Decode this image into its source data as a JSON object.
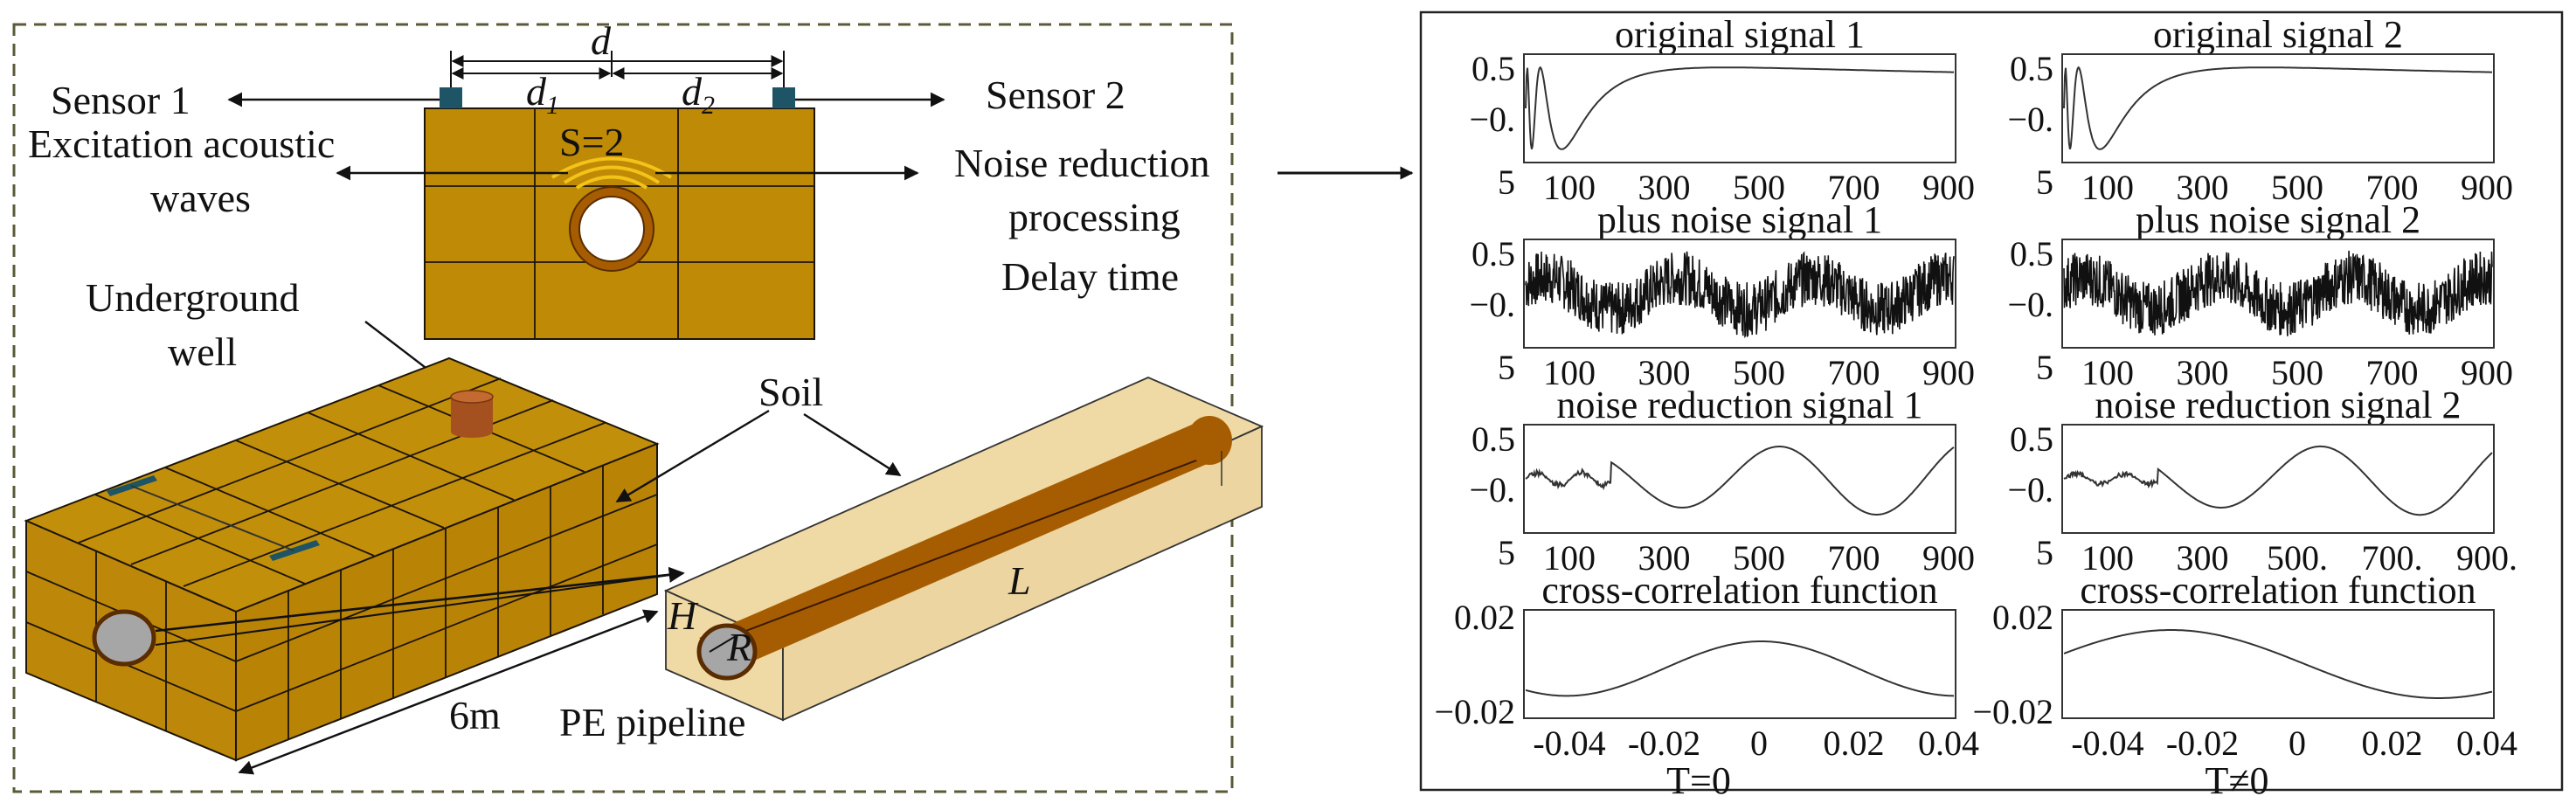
{
  "left_panel": {
    "labels": {
      "distance_d": "d",
      "distance_d1": "d",
      "d1_sub": "1",
      "distance_d2": "d",
      "d2_sub": "2",
      "sensor1": "Sensor 1",
      "sensor2": "Sensor 2",
      "excitation_line1": "Excitation acoustic",
      "excitation_line2": "waves",
      "noise_line1": "Noise reduction",
      "noise_line2": "processing",
      "noise_line3": "Delay time",
      "source": "S=2",
      "well_line1": "Underground",
      "well_line2": "well",
      "soil": "Soil",
      "length": "L",
      "height": "H",
      "radius": "R",
      "distance_6m": "6m",
      "pipeline": "PE pipeline"
    },
    "colors": {
      "soil_block": "#bf8a05",
      "soil_light": "#efd9a4",
      "pipe": "#a65c00",
      "well": "#a4501f",
      "sensor": "#1d5466",
      "wave": "#f3c31a"
    }
  },
  "right_panel": {
    "plots": [
      {
        "title": "original signal 1",
        "y_ticks": [
          "0.5",
          "−0.",
          "5"
        ],
        "x_ticks": [
          "100",
          "300",
          "500",
          "700",
          "900"
        ],
        "trace": "chirp"
      },
      {
        "title": "original signal 2",
        "y_ticks": [
          "0.5",
          "−0.",
          "5"
        ],
        "x_ticks": [
          "100",
          "300",
          "500",
          "700",
          "900"
        ],
        "trace": "chirp"
      },
      {
        "title": "plus noise signal 1",
        "y_ticks": [
          "0.5",
          "−0.",
          "5"
        ],
        "x_ticks": [
          "100",
          "300",
          "500",
          "700",
          "900"
        ],
        "trace": "noisy"
      },
      {
        "title": "plus noise signal 2",
        "y_ticks": [
          "0.5",
          "−0.",
          "5"
        ],
        "x_ticks": [
          "100",
          "300",
          "500",
          "700",
          "900"
        ],
        "trace": "noisy"
      },
      {
        "title": "noise reduction signal 1",
        "y_ticks": [
          "0.5",
          "−0.",
          "5"
        ],
        "x_ticks": [
          "100",
          "300",
          "500",
          "700",
          "900"
        ],
        "trace": "denoised1"
      },
      {
        "title": "noise reduction signal 2",
        "y_ticks": [
          "0.5",
          "−0.",
          "5"
        ],
        "x_ticks": [
          "100",
          "300",
          "500.",
          "700.",
          "900."
        ],
        "trace": "denoised2"
      },
      {
        "title": "cross-correlation function",
        "y_ticks": [
          "0.02",
          "−0.02"
        ],
        "x_ticks": [
          "-0.04",
          "-0.02",
          "0",
          "0.02",
          "0.04"
        ],
        "trace": "xcorr1",
        "caption": "T=0"
      },
      {
        "title": "cross-correlation function",
        "y_ticks": [
          "0.02",
          "−0.02"
        ],
        "x_ticks": [
          "-0.04",
          "-0.02",
          "0",
          "0.02",
          "0.04"
        ],
        "trace": "xcorr2",
        "caption": "T≠0"
      }
    ]
  }
}
